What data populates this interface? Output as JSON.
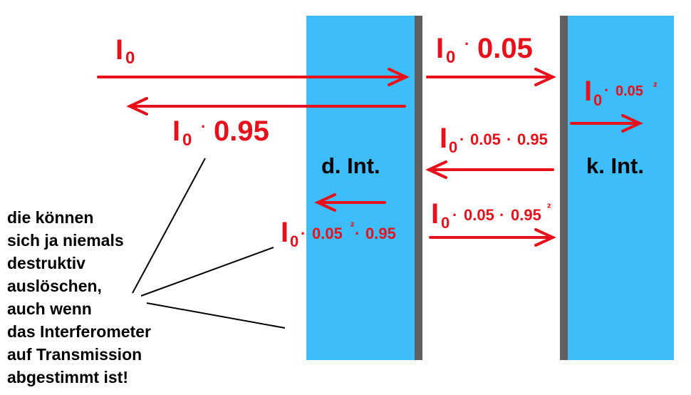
{
  "colors": {
    "panel": "#3ebdfb",
    "mirror": "#606060",
    "arrow": "#e8101a",
    "text": "#000000"
  },
  "left_panel_label": "d. Int.",
  "right_panel_label": "k. Int.",
  "labels": {
    "incident": {
      "main": "I",
      "sub": "0"
    },
    "reflected": {
      "main": "I",
      "sub": "0",
      "dot": "·",
      "factor": "0.95"
    },
    "transmitted_1": {
      "main": "I",
      "sub": "0",
      "dot": "·",
      "factor": "0.05"
    },
    "transmitted_out": {
      "main": "I",
      "sub": "0",
      "dot": "·",
      "factor": "0.05",
      "exp": "²"
    },
    "internal_back": {
      "main": "I",
      "sub": "0",
      "dot1": "·",
      "f1": "0.05",
      "dot2": "·",
      "f2": "0.95"
    },
    "internal_forward": {
      "main": "I",
      "sub": "0",
      "dot1": "·",
      "f1": "0.05",
      "dot2": "·",
      "f2": "0.95",
      "exp": "²"
    },
    "leak_back": {
      "main": "I",
      "sub": "0",
      "dot1": "·",
      "f1": "0.05",
      "exp": "²",
      "dot2": "·",
      "f2": "0.95"
    }
  },
  "note_lines": [
    "die können",
    "sich ja niemals",
    "destruktiv",
    "auslöschen,",
    "auch wenn",
    "das Interferometer",
    "auf Transmission",
    "abgestimmt ist!"
  ]
}
